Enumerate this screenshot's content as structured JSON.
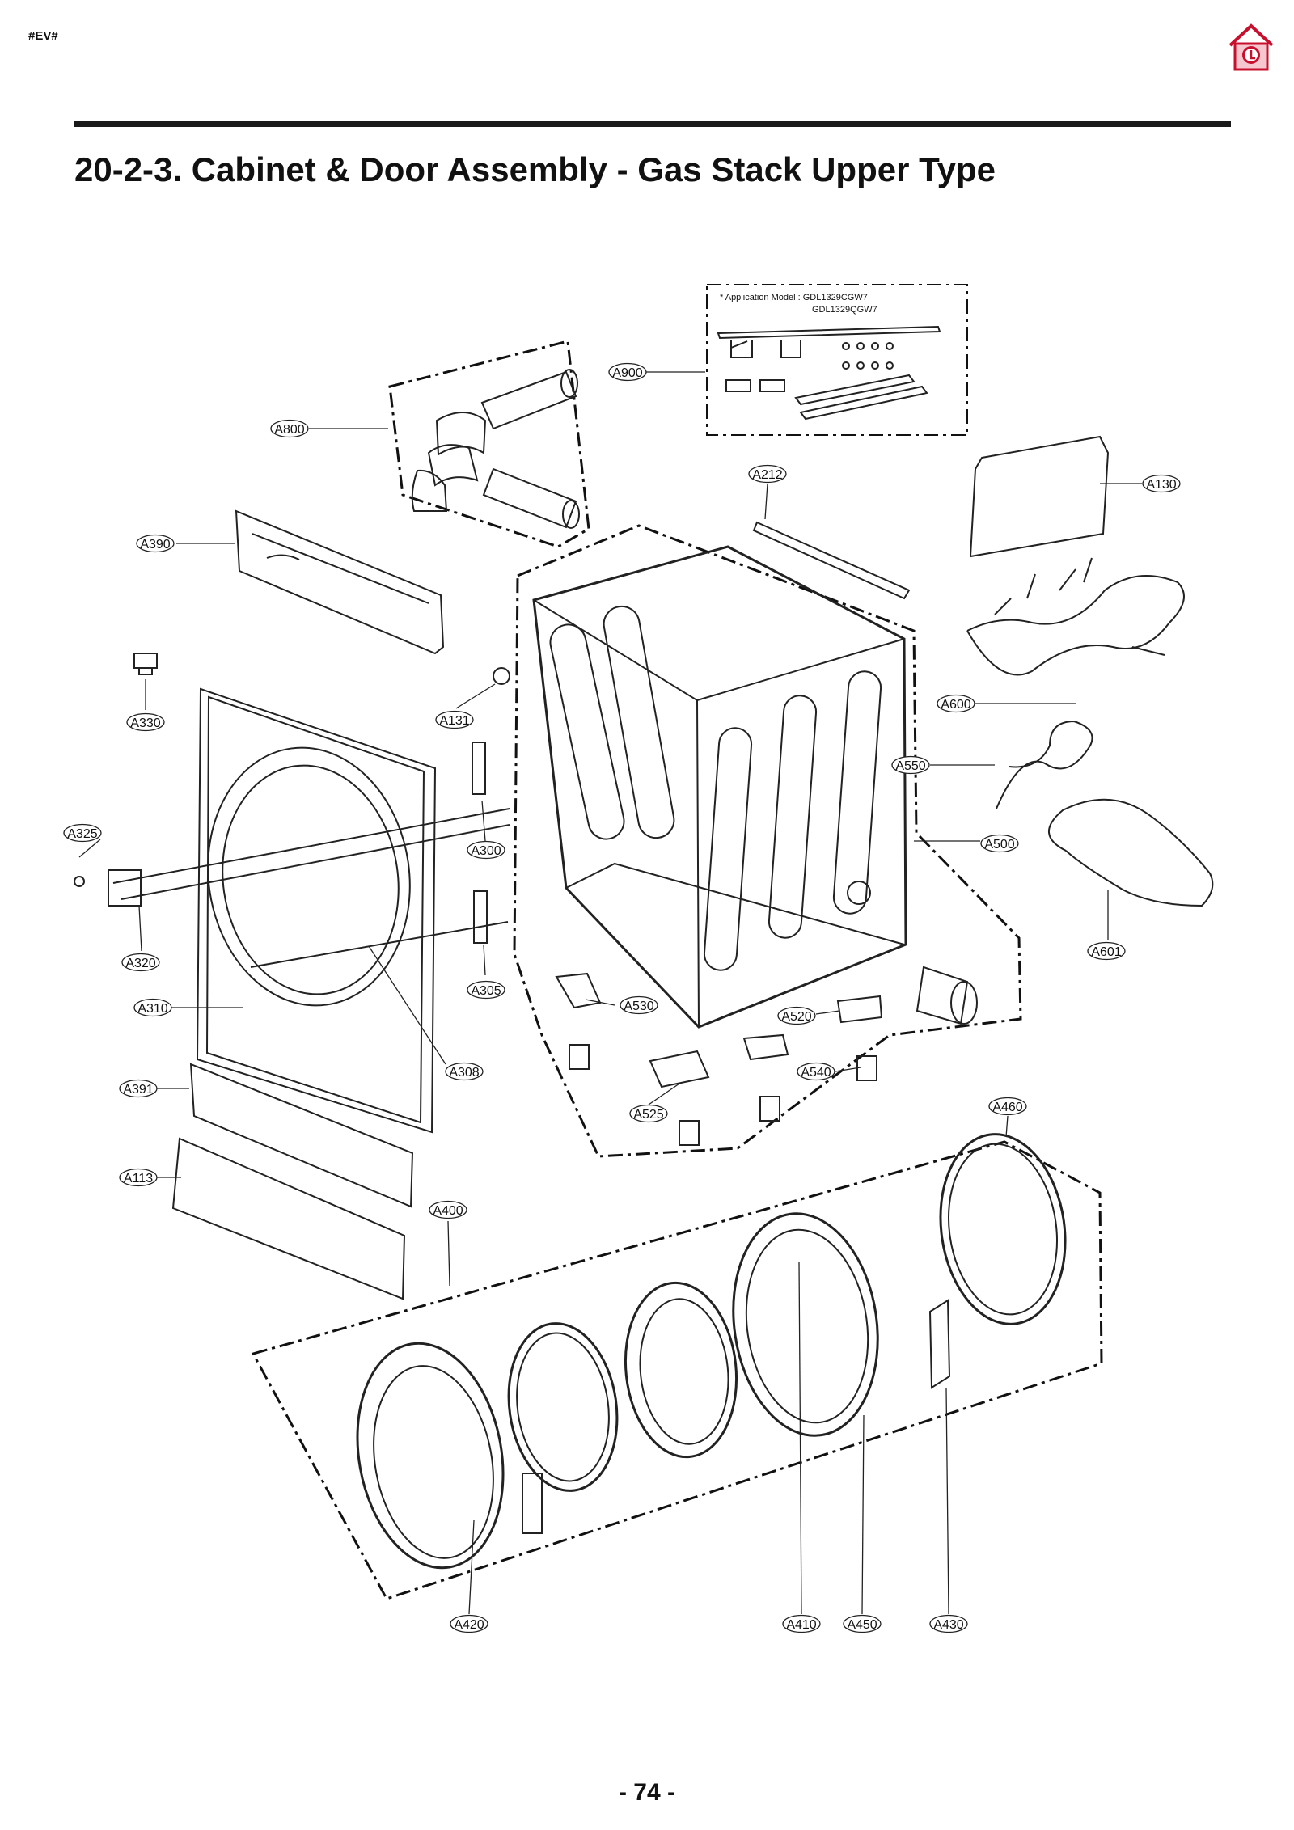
{
  "header": {
    "code": "#EV#",
    "logo_icon": "lg-home-icon"
  },
  "title": "20-2-3. Cabinet & Door Assembly - Gas Stack Upper Type",
  "application_note": {
    "line1": "* Application Model : GDL1329CGW7",
    "line2": "GDL1329QGW7"
  },
  "labels": {
    "A900": "A900",
    "A800": "A800",
    "A212": "A212",
    "A130": "A130",
    "A390": "A390",
    "A330": "A330",
    "A131": "A131",
    "A600": "A600",
    "A550": "A550",
    "A325": "A325",
    "A300": "A300",
    "A500": "A500",
    "A320": "A320",
    "A601": "A601",
    "A305": "A305",
    "A310": "A310",
    "A530": "A530",
    "A520": "A520",
    "A308": "A308",
    "A540": "A540",
    "A391": "A391",
    "A525": "A525",
    "A460": "A460",
    "A113": "A113",
    "A400": "A400",
    "A420": "A420",
    "A410": "A410",
    "A450": "A450",
    "A430": "A430"
  },
  "footer": {
    "page_number": "- 74 -"
  }
}
